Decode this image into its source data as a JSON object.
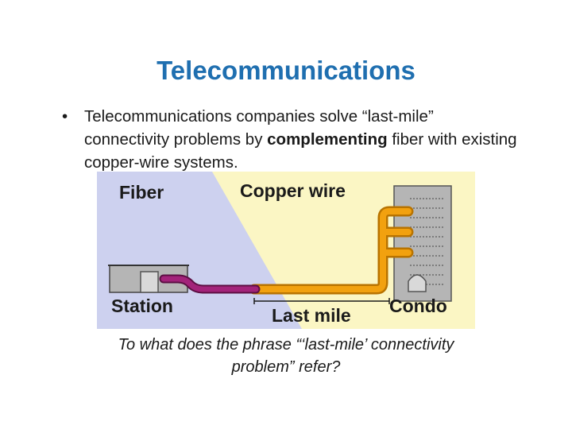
{
  "slide": {
    "title": "Telecommunications",
    "bullet": {
      "before": "Telecommunications companies solve “last-mile” connectivity problems by ",
      "emphasis": "complementing",
      "after": " fiber with existing copper-wire systems."
    },
    "question": "To what does the phrase “‘last-mile’ connectivity problem” refer?"
  },
  "diagram": {
    "labels": {
      "fiber": "Fiber",
      "copper": "Copper wire",
      "station": "Station",
      "last_mile": "Last mile",
      "condo": "Condo"
    },
    "colors": {
      "fiber_region": "#cdd1ef",
      "copper_region": "#fbf6c4",
      "fiber_cable": "#a3237a",
      "copper_cable": "#f2a10f",
      "building": "#b5b5b5"
    }
  }
}
